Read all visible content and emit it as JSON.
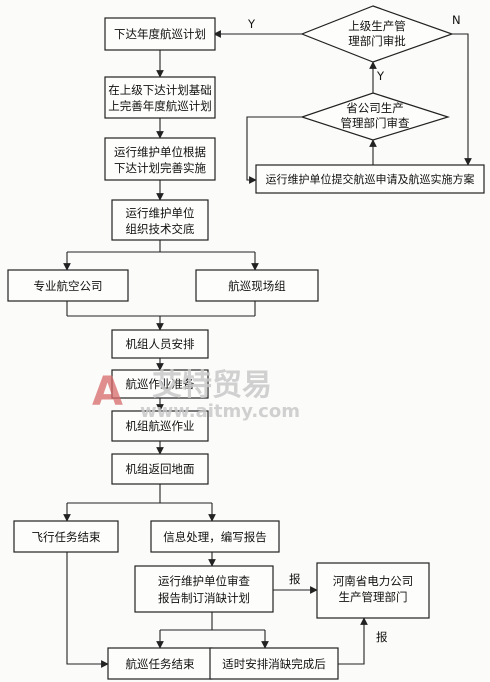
{
  "nodes": {
    "annual_plan": "下达年度航巡计划",
    "approve_l1": "上级生产管",
    "approve_l2": "理部门审批",
    "refine_l1": "在上级下达计划基础",
    "refine_l2": "上完善年度航巡计划",
    "perfect_l1": "运行维护单位根据",
    "perfect_l2": "下达计划完善实施",
    "review_l1": "省公司生产",
    "review_l2": "管理部门审查",
    "submit": "运行维护单位提交航巡申请及航巡实施方案",
    "organize_l1": "运行维护单位",
    "organize_l2": "组织技术交底",
    "airline": "专业航空公司",
    "site_group": "航巡现场组",
    "crew_arrange": "机组人员安排",
    "prepare": "航巡作业准备",
    "crew_patrol": "机组航巡作业",
    "crew_return": "机组返回地面",
    "flight_end": "飞行任务结束",
    "info_proc": "信息处理，编写报告",
    "audit_l1": "运行维护单位审查",
    "audit_l2": "报告制订消缺计划",
    "henan_l1": "河南省电力公司",
    "henan_l2": "生产管理部门",
    "patrol_end": "航巡任务结束",
    "fix_done": "适时安排消缺完成后"
  },
  "edge_labels": {
    "yes_left": "Y",
    "no_right": "N",
    "yes_up": "Y",
    "report1": "报",
    "report2": "报"
  },
  "watermark": {
    "brand": "艾特贸易",
    "url": "www.aitmy.com"
  }
}
